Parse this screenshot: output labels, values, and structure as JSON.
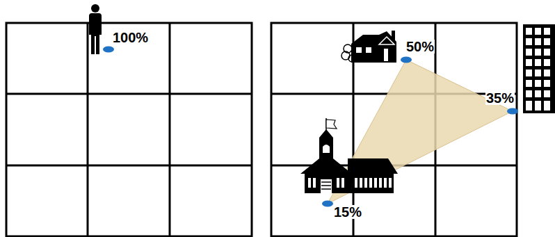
{
  "diagram": {
    "labels": [
      "100%",
      "50%",
      "35%",
      "15%"
    ]
  }
}
